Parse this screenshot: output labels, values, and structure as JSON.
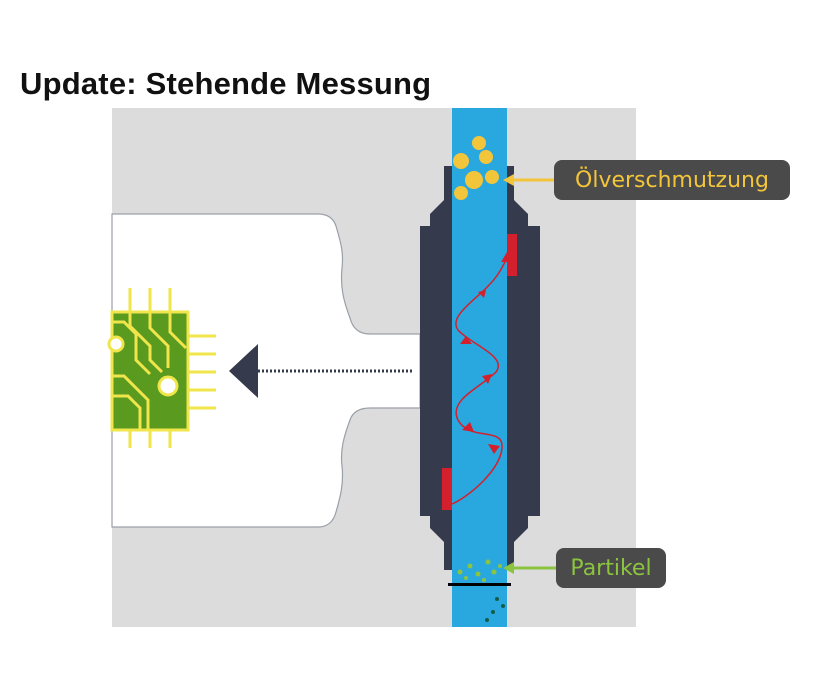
{
  "title": "Update: Stehende Messung",
  "labels": {
    "oil_contamination": "Ölverschmutzung",
    "particles": "Partikel"
  },
  "colors": {
    "background_panel": "#dcdcdd",
    "oil_channel": "#29a8df",
    "sensor_housing": "#353a4c",
    "electrode": "#d4202d",
    "signal_wave": "#d4202d",
    "contamination": "#f3c53a",
    "particles": "#8cc43f",
    "chip_board": "#5a9a1e",
    "chip_traces": "#f0e54a",
    "label_background": "#4a4a4a"
  },
  "icons": [
    "circuit-chip-icon",
    "arrow-left-icon"
  ]
}
